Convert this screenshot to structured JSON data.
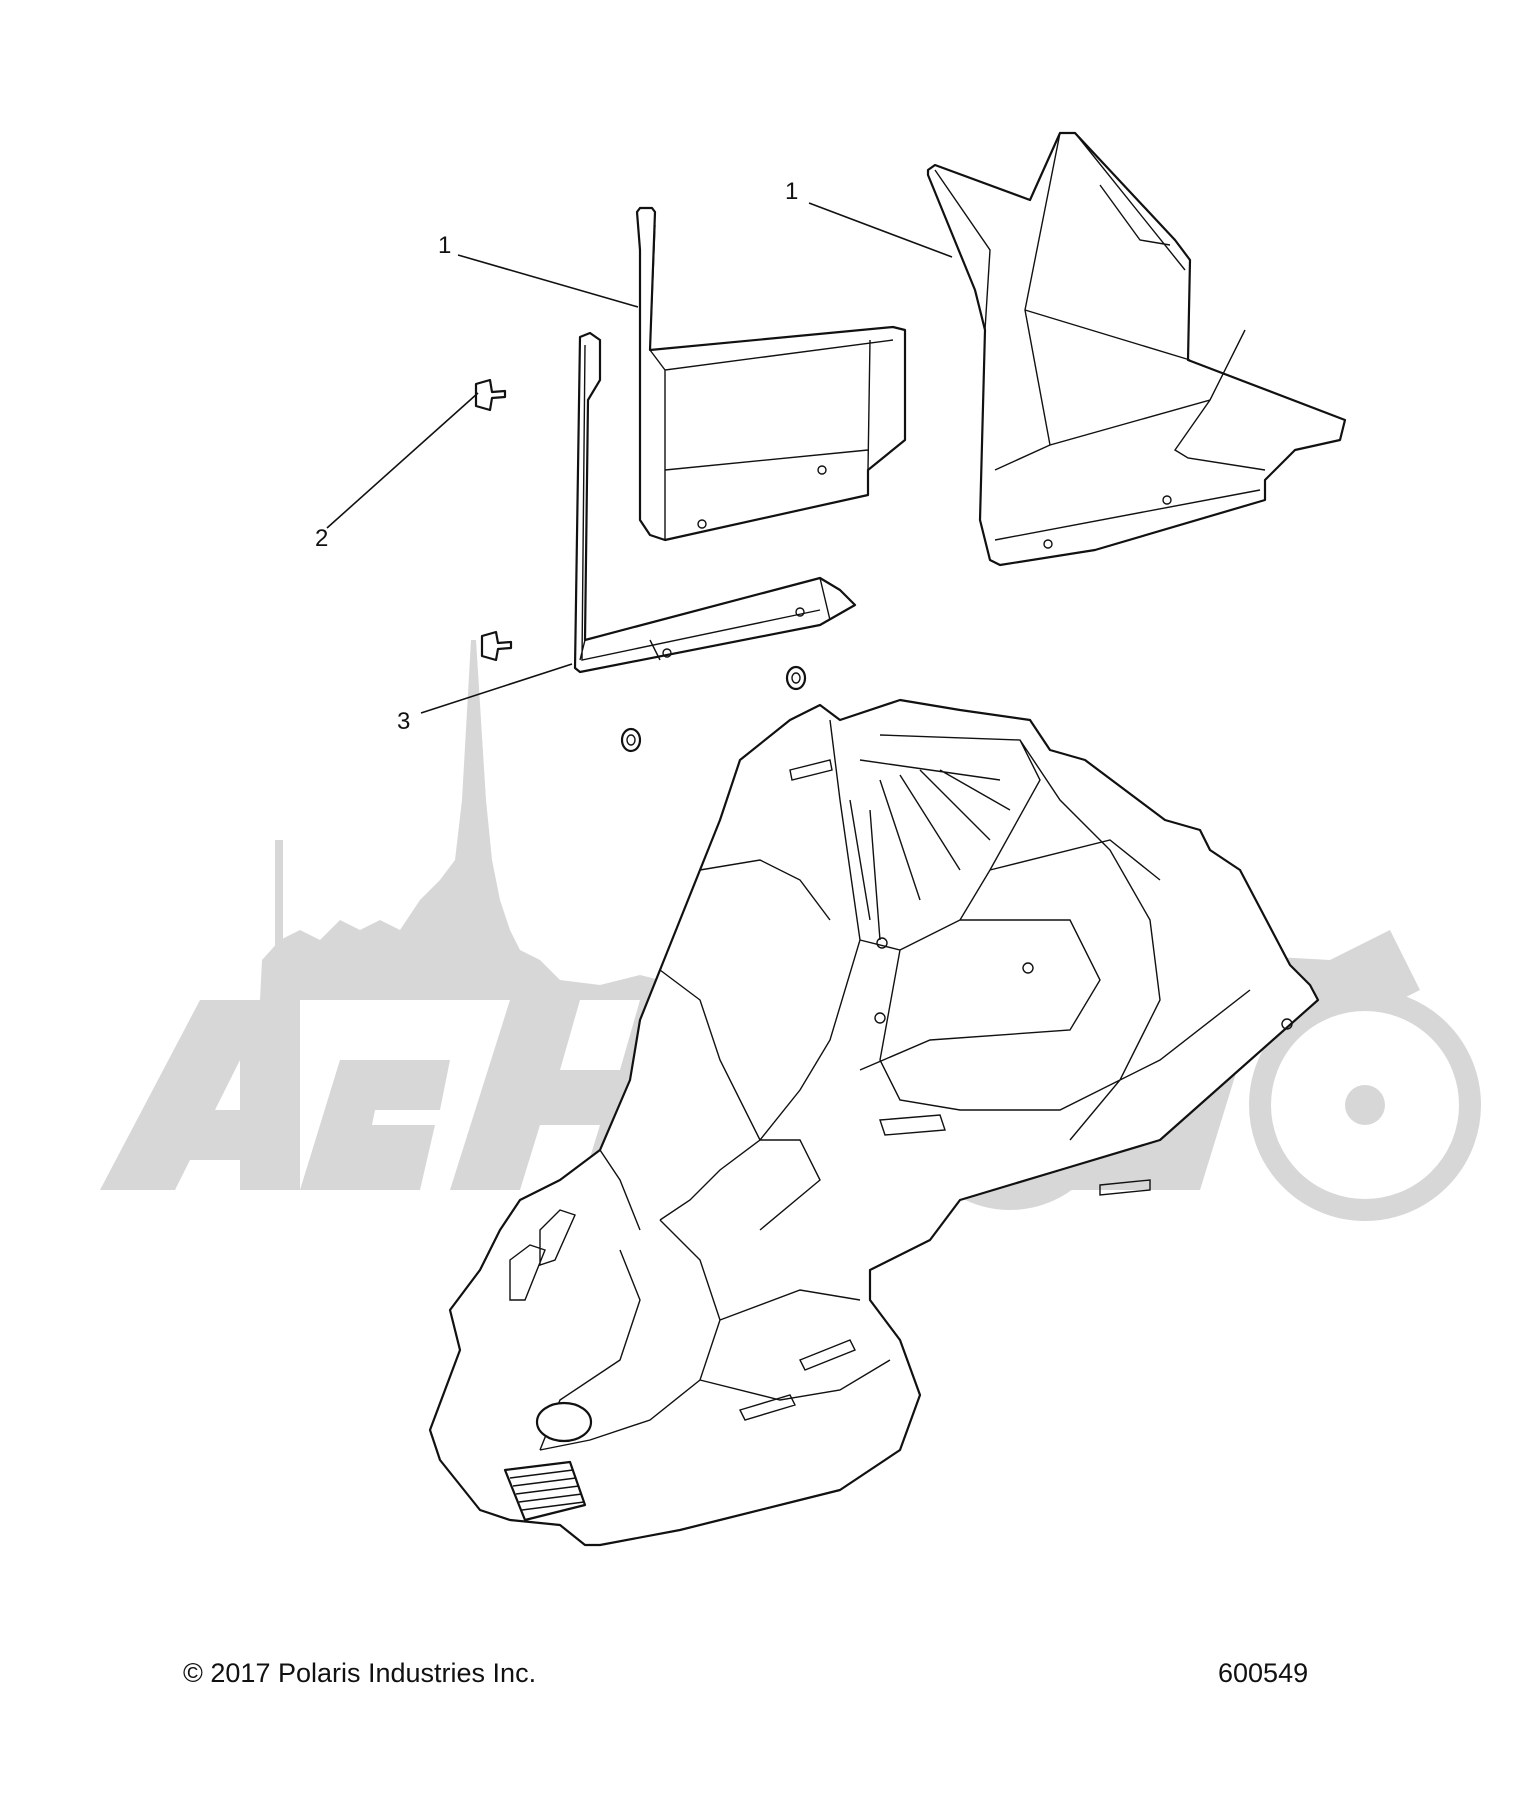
{
  "callouts": [
    {
      "label": "1"
    },
    {
      "label": "1"
    },
    {
      "label": "2"
    },
    {
      "label": "3"
    }
  ],
  "footer": {
    "copyright": "© 2017 Polaris Industries Inc.",
    "part_number": "600549"
  },
  "watermark": {
    "text": "AeHMoTo",
    "color": "#d3d3d3"
  }
}
